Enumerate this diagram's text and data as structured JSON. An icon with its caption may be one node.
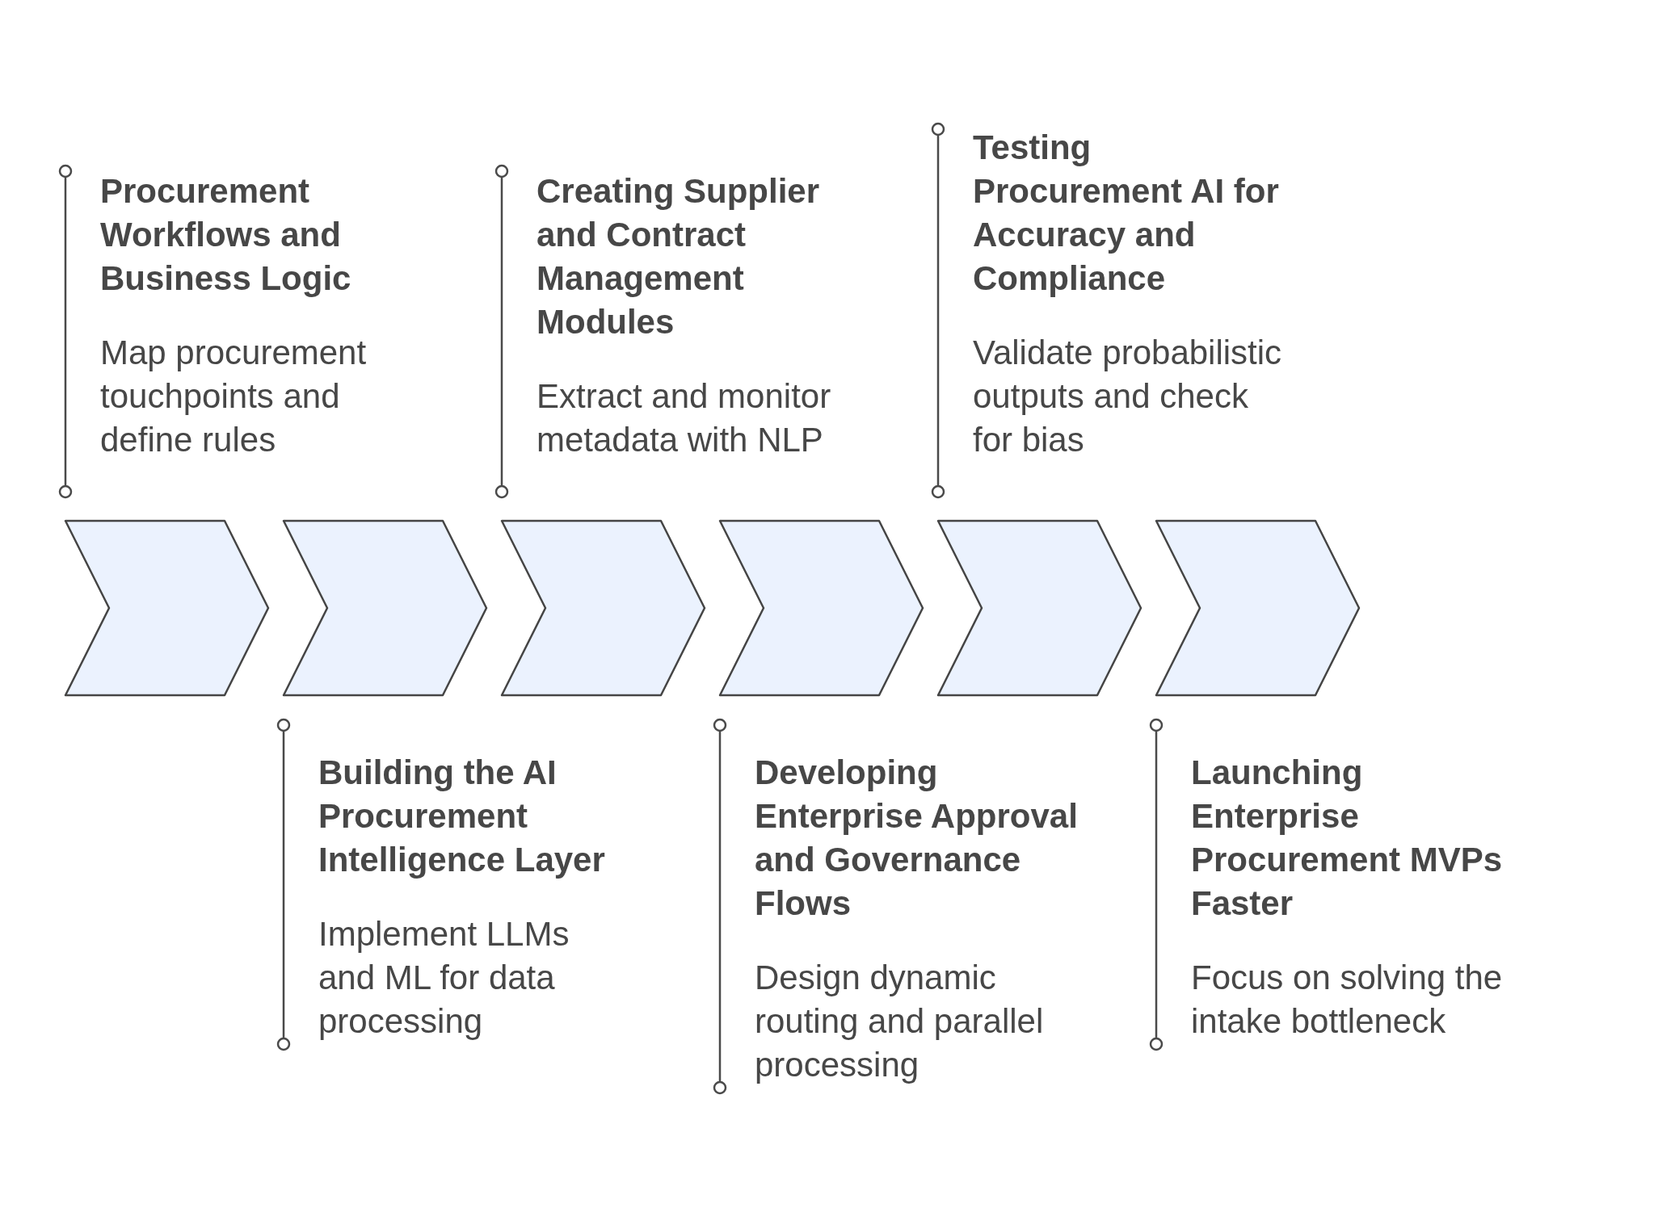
{
  "diagram": {
    "nodes": [
      {
        "text": [],
        "shape": "chevron",
        "beside": [
          "Procurement Workflows and Business Logic",
          "Map procurement touchpoints and define rules"
        ]
      },
      {
        "text": [],
        "shape": "chevron",
        "beside": [
          "Building the AI Procurement Intelligence Layer",
          "Implement LLMs and ML for data processing"
        ]
      },
      {
        "text": [],
        "shape": "chevron",
        "beside": [
          "Creating Supplier and Contract Management Modules",
          "Extract and monitor metadata with NLP"
        ]
      },
      {
        "text": [],
        "shape": "chevron",
        "beside": [
          "Developing Enterprise Approval and Governance Flows",
          "Design dynamic routing and parallel processing"
        ]
      },
      {
        "text": [],
        "shape": "chevron",
        "beside": [
          "Testing Procurement AI for Accuracy and Compliance",
          "Validate probabilistic outputs and check for bias"
        ]
      },
      {
        "text": [],
        "shape": "chevron",
        "beside": [
          "Launching Enterprise Procurement MVPs Faster",
          "Focus on solving the intake bottleneck"
        ]
      }
    ]
  }
}
